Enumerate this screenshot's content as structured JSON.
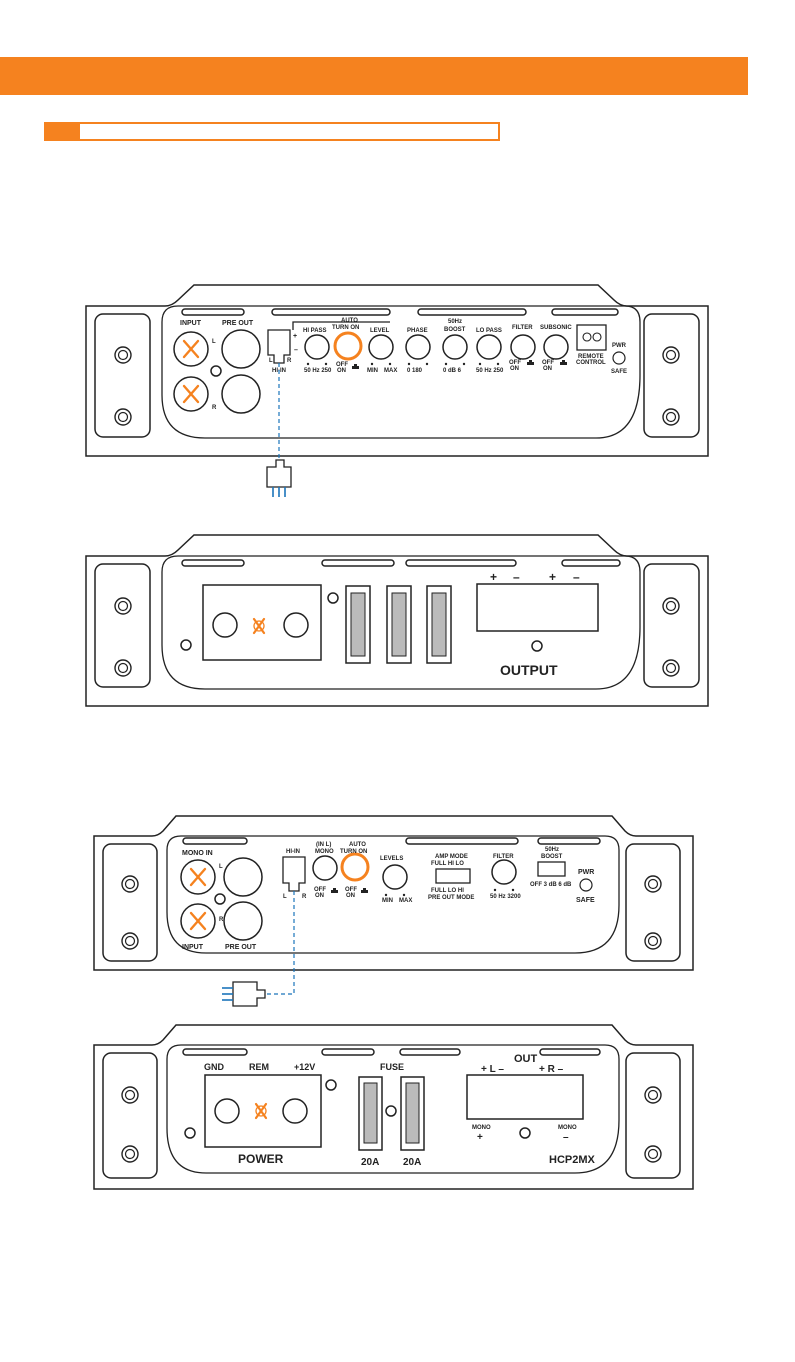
{
  "colors": {
    "accent": "#F5821F",
    "cable": "#1B75BB",
    "line": "#222222"
  },
  "section_title": "",
  "amp1": {
    "top": {
      "input": "INPUT",
      "pre_out": "PRE OUT",
      "left": "L",
      "right": "R",
      "plus": "+",
      "minus": "–",
      "hi_in": "HI-IN",
      "hi_l": "L",
      "hi_r": "R",
      "hi_pass": "HI PASS",
      "hi_pass_scale": "50  Hz  250",
      "auto_turn_on": [
        "AUTO",
        "TURN ON"
      ],
      "off": "OFF",
      "on": "ON",
      "level": "LEVEL",
      "min": "MIN",
      "max": "MAX",
      "phase": "PHASE",
      "phase_scale": "0      180",
      "boost": [
        "50Hz",
        "BOOST"
      ],
      "boost_scale": "0  dB  6",
      "lo_pass": "LO PASS",
      "lo_pass_scale": "50  Hz  250",
      "filter": "FILTER",
      "subsonic": "SUBSONIC",
      "remote": [
        "REMOTE",
        "CONTROL"
      ],
      "pwr": "PWR",
      "safe": "SAFE"
    },
    "bottom": {
      "plus": "+",
      "minus": "–",
      "output": "OUTPUT"
    }
  },
  "amp2": {
    "top": {
      "mono_in": "MONO IN",
      "input": "INPUT",
      "pre_out": "PRE OUT",
      "left": "L",
      "right": "R",
      "hi_in": "HI-IN",
      "hi_l": "L",
      "hi_r": "R",
      "mono": [
        "(IN L)",
        "MONO"
      ],
      "off": "OFF",
      "on": "ON",
      "auto_turn_on": [
        "AUTO",
        "TURN ON"
      ],
      "levels": "LEVELS",
      "min": "MIN",
      "max": "MAX",
      "amp_mode": "AMP MODE",
      "amp_mode_opts": "FULL   HI   LO",
      "pre_out_mode_opts": "FULL    LO    HI",
      "pre_out_mode": "PRE OUT  MODE",
      "filter": "FILTER",
      "filter_scale": "50   Hz   3200",
      "boost": [
        "50Hz",
        "BOOST"
      ],
      "boost_scale": "OFF  3 dB   6 dB",
      "pwr": "PWR",
      "safe": "SAFE"
    },
    "bottom": {
      "gnd": "GND",
      "rem": "REM",
      "v12": "+12V",
      "fuse": "FUSE",
      "out": "OUT",
      "out_l": "+  L  –",
      "out_r": "+  R  –",
      "mono": "MONO",
      "plus": "+",
      "minus": "–",
      "power": "POWER",
      "fuse_a": "20A",
      "fuse_b": "20A",
      "model": "HCP2MX"
    }
  }
}
